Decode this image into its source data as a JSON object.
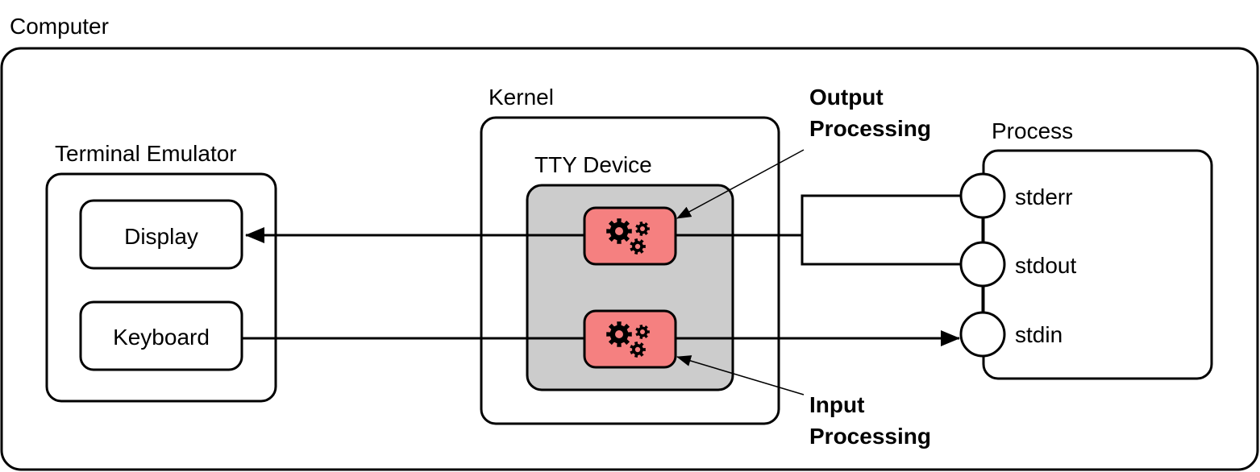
{
  "computer": {
    "label": "Computer"
  },
  "terminal_emulator": {
    "label": "Terminal Emulator",
    "display_label": "Display",
    "keyboard_label": "Keyboard"
  },
  "kernel": {
    "label": "Kernel",
    "tty_device": {
      "label": "TTY Device"
    }
  },
  "process": {
    "label": "Process",
    "streams": [
      "stderr",
      "stdout",
      "stdin"
    ]
  },
  "annotations": {
    "output_processing": [
      "Output",
      "Processing"
    ],
    "input_processing": [
      "Input",
      "Processing"
    ]
  },
  "colors": {
    "tty_fill": "#cccccc",
    "processing_fill": "#f58080",
    "stroke": "#000000",
    "gear": "#000000"
  },
  "icons": {
    "output_processing": "gears-icon",
    "input_processing": "gears-icon"
  }
}
